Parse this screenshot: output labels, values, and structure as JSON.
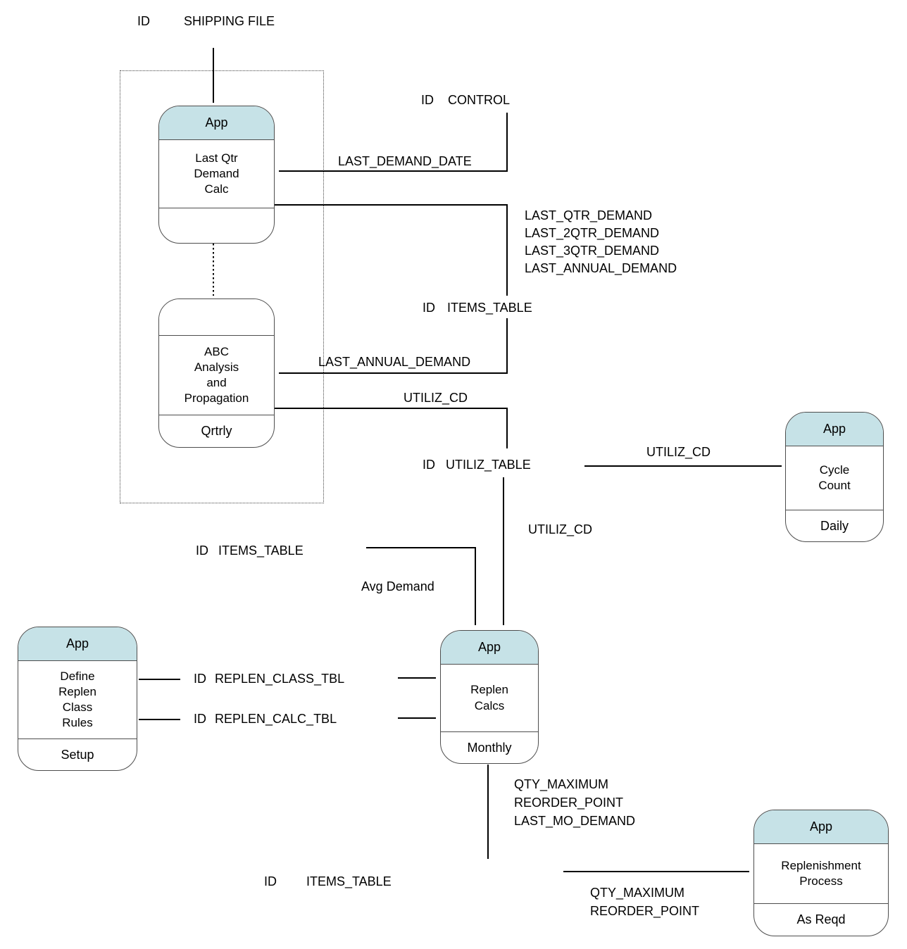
{
  "diagram": {
    "nodes": {
      "last_qtr_demand_calc": {
        "header": "App",
        "body": "Last Qtr\nDemand\nCalc",
        "footer": ""
      },
      "abc_analysis": {
        "header": "",
        "body": "ABC\nAnalysis\nand\nPropagation",
        "footer": "Qrtrly"
      },
      "cycle_count": {
        "header": "App",
        "body": "Cycle\nCount",
        "footer": "Daily"
      },
      "define_replen_class_rules": {
        "header": "App",
        "body": "Define\nReplen\nClass\nRules",
        "footer": "Setup"
      },
      "replen_calcs": {
        "header": "App",
        "body": "Replen\nCalcs",
        "footer": "Monthly"
      },
      "replenishment_process": {
        "header": "App",
        "body": "Replenishment\nProcess",
        "footer": "As Reqd"
      }
    },
    "stores": {
      "shipping_file": {
        "prefix": "ID",
        "name": "SHIPPING FILE"
      },
      "control": {
        "prefix": "ID",
        "name": "CONTROL"
      },
      "items_table_top": {
        "prefix": "ID",
        "name": "ITEMS_TABLE"
      },
      "utiliz_table": {
        "prefix": "ID",
        "name": "UTILIZ_TABLE"
      },
      "items_table_mid": {
        "prefix": "ID",
        "name": "ITEMS_TABLE"
      },
      "replen_class_tbl": {
        "prefix": "ID",
        "name": "REPLEN_CLASS_TBL"
      },
      "replen_calc_tbl": {
        "prefix": "ID",
        "name": "REPLEN_CALC_TBL"
      },
      "items_table_bottom": {
        "prefix": "ID",
        "name": "ITEMS_TABLE"
      }
    },
    "flow_labels": {
      "last_demand_date": "LAST_DEMAND_DATE",
      "demand_outputs": [
        "LAST_QTR_DEMAND",
        "LAST_2QTR_DEMAND",
        "LAST_3QTR_DEMAND",
        "LAST_ANNUAL_DEMAND"
      ],
      "last_annual_demand": "LAST_ANNUAL_DEMAND",
      "utiliz_cd_out": "UTILIZ_CD",
      "utiliz_cd_to_cycle_count": "UTILIZ_CD",
      "utiliz_cd_to_replen": "UTILIZ_CD",
      "avg_demand": "Avg Demand",
      "replen_outputs": [
        "QTY_MAXIMUM",
        "REORDER_POINT",
        "LAST_MO_DEMAND"
      ],
      "replenishment_inputs": [
        "QTY_MAXIMUM",
        "REORDER_POINT"
      ]
    },
    "colors": {
      "node_header_fill": "#c6e2e7",
      "node_border": "#4d4d4d",
      "connector": "#000000"
    }
  }
}
